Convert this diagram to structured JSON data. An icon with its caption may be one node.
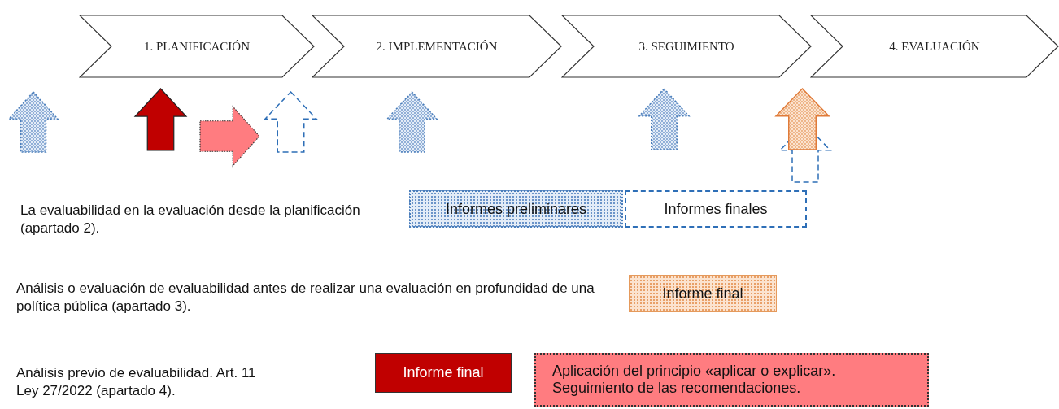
{
  "diagram": {
    "nodes": [
      {
        "text": [
          "1. PLANIFICACIÓN"
        ]
      },
      {
        "text": [
          "2. IMPLEMENTACIÓN"
        ]
      },
      {
        "text": [
          "3. SEGUIMIENTO"
        ]
      },
      {
        "text": [
          "4. EVALUACIÓN"
        ]
      },
      {
        "text": [
          "Informes preliminares"
        ]
      },
      {
        "text": [
          "Informes finales"
        ]
      },
      {
        "text": [
          "Informe final"
        ]
      },
      {
        "text": [
          "Informe final"
        ]
      },
      {
        "text": [
          "Aplicación del principio «aplicar o explicar». Seguimiento de las recomendaciones."
        ]
      }
    ],
    "labels": [
      "La evaluabilidad en la evaluación desde la planificación (apartado 2).",
      "Análisis o evaluación de evaluabilidad antes de realizar una evaluación en profundidad de una política pública (apartado 3).",
      "Análisis previo de evaluabilidad. Art. 11 Ley 27/2022 (apartado 4)."
    ]
  }
}
